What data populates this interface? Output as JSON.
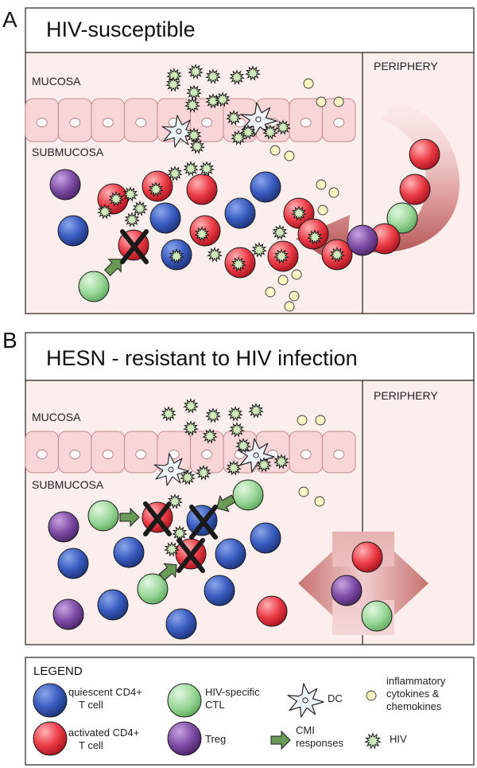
{
  "panel_a": {
    "letter": "A",
    "title": "HIV-susceptible",
    "mucosa_label": "MUCOSA",
    "submucosa_label": "SUBMUCOSA",
    "periphery_label": "PERIPHERY"
  },
  "panel_b": {
    "letter": "B",
    "title": "HESN - resistant to HIV infection",
    "mucosa_label": "MUCOSA",
    "submucosa_label": "SUBMUCOSA",
    "periphery_label": "PERIPHERY"
  },
  "legend": {
    "title": "LEGEND",
    "quiescent_line1": "quiescent CD4+",
    "quiescent_line2": "T cell",
    "activated_line1": "activated CD4+",
    "activated_line2": "T cell",
    "ctl_line1": "HIV-specific",
    "ctl_line2": "CTL",
    "treg": "Treg",
    "dc": "DC",
    "cmi_line1": "CMI",
    "cmi_line2": "responses",
    "cytokine_line1": "inflammatory",
    "cytokine_line2": "cytokines &",
    "cytokine_line3": "chemokines",
    "hiv": "HIV"
  },
  "colors": {
    "quiescent_cd4": "#2d4fa8",
    "activated_cd4": "#e0303c",
    "ctl": "#8fd18f",
    "treg": "#7a4a9e",
    "cytokine": "#fbf6c4",
    "hiv": "#c8e6b4",
    "tissue_bg": "#fdeeee",
    "epithelium": "#f8d4d6",
    "cmi_arrow": "#5f8f4f"
  }
}
